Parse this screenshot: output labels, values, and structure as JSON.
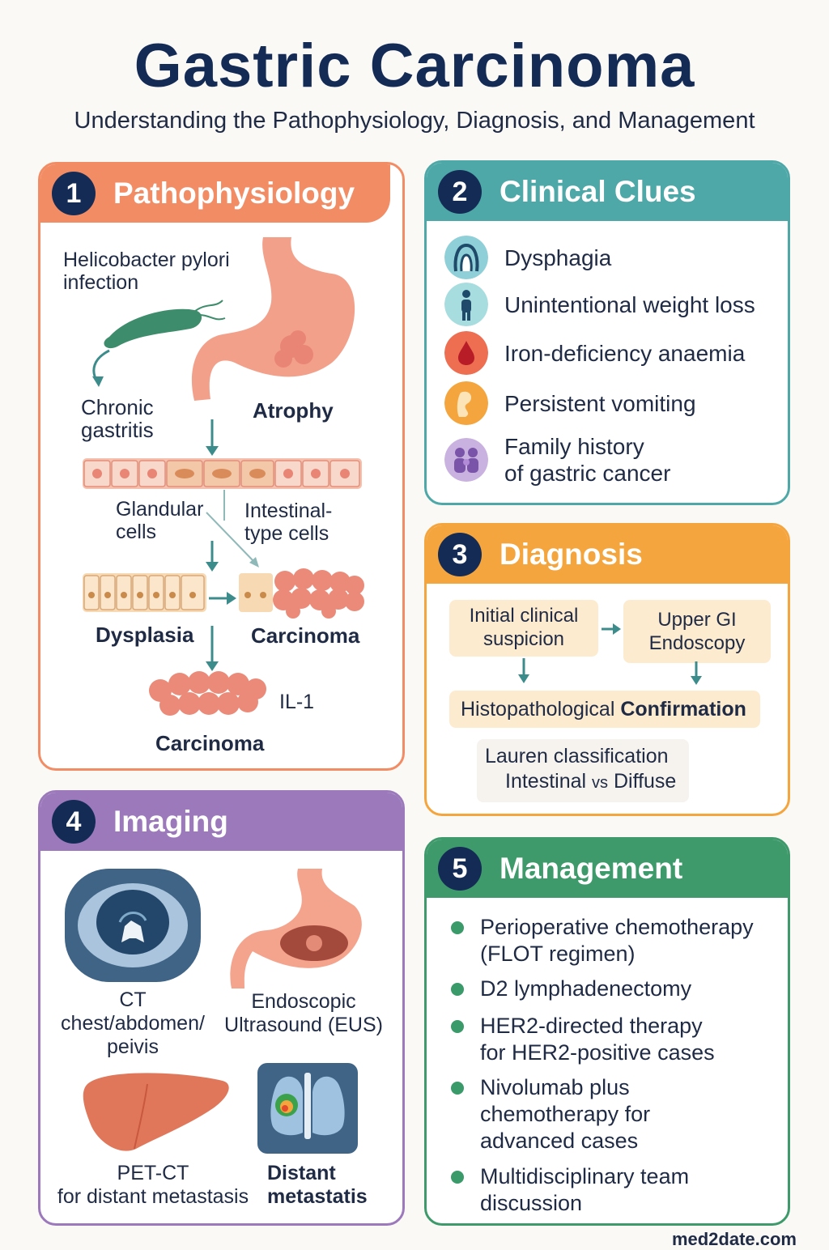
{
  "title": "Gastric Carcinoma",
  "subtitle": "Understanding the Pathophysiology, Diagnosis, and Management",
  "colors": {
    "pathophysiology": "#f28c64",
    "clinical_clues": "#4fa8a8",
    "diagnosis": "#f5a53d",
    "imaging": "#9b79bb",
    "management": "#3e9a6b",
    "badge": "#142c55"
  },
  "pathophysiology": {
    "number": "1",
    "heading": "Pathophysiology",
    "h_pylori": [
      "Helicobacter pylori",
      "infection"
    ],
    "chronic_gastritis": [
      "Chronic",
      "gastritis"
    ],
    "atrophy": "Atrophy",
    "glandular_cells": [
      "Glandular",
      "cells"
    ],
    "intestinal_cells": [
      "Intestinal-",
      "type cells"
    ],
    "dysplasia": "Dysplasia",
    "carcinoma_right": "Carcinoma",
    "il1": "IL-1",
    "carcinoma_bottom": "Carcinoma"
  },
  "clinical_clues": {
    "number": "2",
    "heading": "Clinical Clues",
    "items": [
      {
        "icon": "throat-icon",
        "lines": [
          "Dysphagia"
        ]
      },
      {
        "icon": "person-icon",
        "lines": [
          "Unintentional weight loss"
        ]
      },
      {
        "icon": "blood-drop-icon",
        "lines": [
          "Iron-deficiency anaemia"
        ]
      },
      {
        "icon": "vomiting-icon",
        "lines": [
          "Persistent vomiting"
        ]
      },
      {
        "icon": "family-icon",
        "lines": [
          "Family history",
          "of gastric cancer"
        ]
      }
    ]
  },
  "diagnosis": {
    "number": "3",
    "heading": "Diagnosis",
    "initial": [
      "Initial clinical",
      "suspicion"
    ],
    "endoscopy": [
      "Upper GI",
      "Endoscopy"
    ],
    "histo_prefix": "Histopathological",
    "histo_bold": "Confirmation",
    "lauren": "Lauren classification",
    "lauren_a": "Intestinal",
    "lauren_vs": "vs",
    "lauren_b": "Diffuse"
  },
  "imaging": {
    "number": "4",
    "heading": "Imaging",
    "ct": [
      "CT",
      "chest/abdomen/",
      "peivis"
    ],
    "eus": [
      "Endoscopic",
      "Ultrasound (EUS)"
    ],
    "pet": [
      "PET-CT",
      "for distant metastasis"
    ],
    "distant": [
      "Distant",
      "metastatis"
    ]
  },
  "management": {
    "number": "5",
    "heading": "Management",
    "items": [
      [
        "Perioperative chemotherapy",
        "(FLOT regimen)"
      ],
      [
        "D2 lymphadenectomy"
      ],
      [
        "HER2-directed therapy",
        "for HER2-positive cases"
      ],
      [
        "Nivolumab plus",
        "chemotherapy for",
        "advanced cases"
      ],
      [
        "Multidisciplinary team",
        "discussion"
      ]
    ]
  },
  "footer": "med2date.com"
}
